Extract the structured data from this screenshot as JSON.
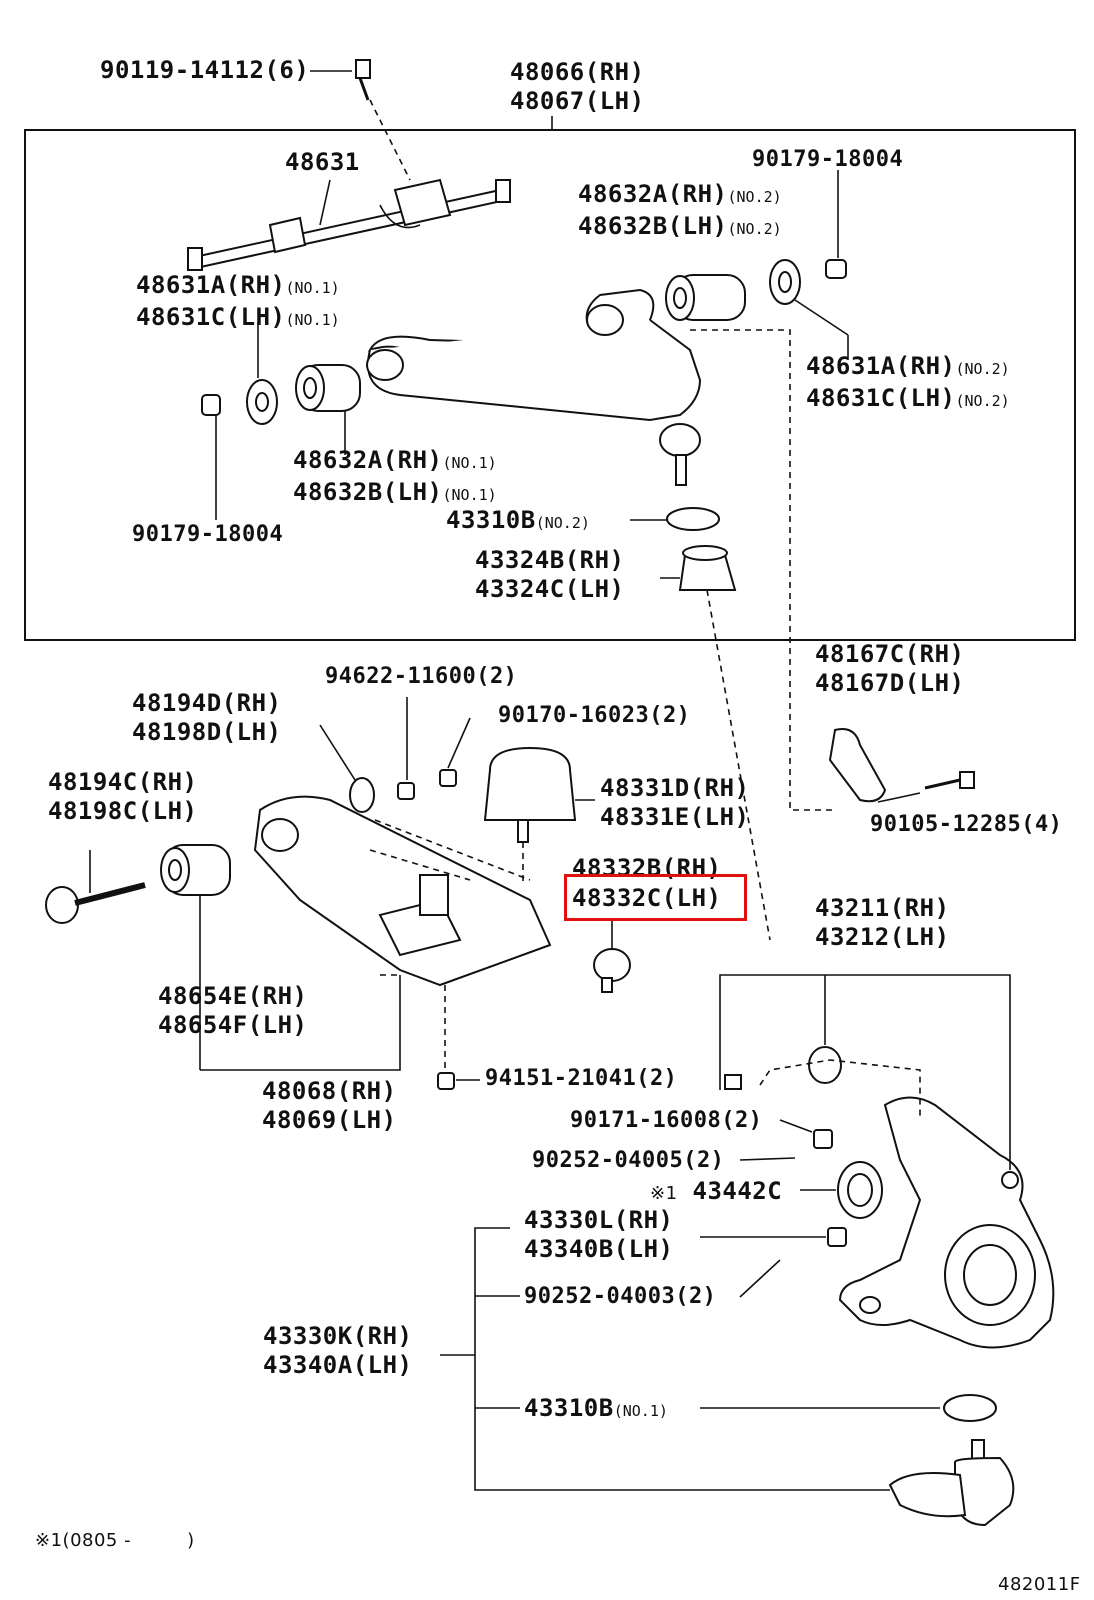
{
  "callouts": {
    "c90119": {
      "line1": "90119-14112(6)"
    },
    "c48066": {
      "line1": "48066(RH)",
      "line2": "48067(LH)"
    },
    "c48631": {
      "line1": "48631"
    },
    "c90179top": {
      "line1": "90179-18004"
    },
    "c48632A2": {
      "line1": "48632A(RH)",
      "note1": "(NO.2)",
      "line2": "48632B(LH)",
      "note2": "(NO.2)"
    },
    "c48631A1": {
      "line1": "48631A(RH)",
      "note1": "(NO.1)",
      "line2": "48631C(LH)",
      "note2": "(NO.1)"
    },
    "c48631A2": {
      "line1": "48631A(RH)",
      "note1": "(NO.2)",
      "line2": "48631C(LH)",
      "note2": "(NO.2)"
    },
    "c48632A1": {
      "line1": "48632A(RH)",
      "note1": "(NO.1)",
      "line2": "48632B(LH)",
      "note2": "(NO.1)"
    },
    "c90179left": {
      "line1": "90179-18004"
    },
    "c43310B2": {
      "line1": "43310B",
      "note1": "(NO.2)"
    },
    "c43324B": {
      "line1": "43324B(RH)",
      "line2": "43324C(LH)"
    },
    "c94622": {
      "line1": "94622-11600(2)"
    },
    "c48167C": {
      "line1": "48167C(RH)",
      "line2": "48167D(LH)"
    },
    "c48194D": {
      "line1": "48194D(RH)",
      "line2": "48198D(LH)"
    },
    "c90170": {
      "line1": "90170-16023(2)"
    },
    "c48194C": {
      "line1": "48194C(RH)",
      "line2": "48198C(LH)"
    },
    "c48331D": {
      "line1": "48331D(RH)",
      "line2": "48331E(LH)"
    },
    "c90105": {
      "line1": "90105-12285(4)"
    },
    "c48332B": {
      "line1": "48332B(RH)"
    },
    "c48332C": {
      "line1": "48332C(LH)"
    },
    "c43211": {
      "line1": "43211(RH)",
      "line2": "43212(LH)"
    },
    "c48654E": {
      "line1": "48654E(RH)",
      "line2": "48654F(LH)"
    },
    "c94151": {
      "line1": "94151-21041(2)"
    },
    "c48068": {
      "line1": "48068(RH)",
      "line2": "48069(LH)"
    },
    "c90171": {
      "line1": "90171-16008(2)"
    },
    "c90252a": {
      "line1": "90252-04005(2)"
    },
    "c43442C": {
      "mark": "※1",
      "line1": "43442C"
    },
    "c43330L": {
      "line1": "43330L(RH)",
      "line2": "43340B(LH)"
    },
    "c90252b": {
      "line1": "90252-04003(2)"
    },
    "c43330K": {
      "line1": "43330K(RH)",
      "line2": "43340A(LH)"
    },
    "c43310B1": {
      "line1": "43310B",
      "note1": "(NO.1)"
    }
  },
  "footnote": {
    "mark": "※1",
    "text": "(0805 -",
    "close": ")"
  },
  "diagram_code": "482011F",
  "highlight_color": "#e01010"
}
